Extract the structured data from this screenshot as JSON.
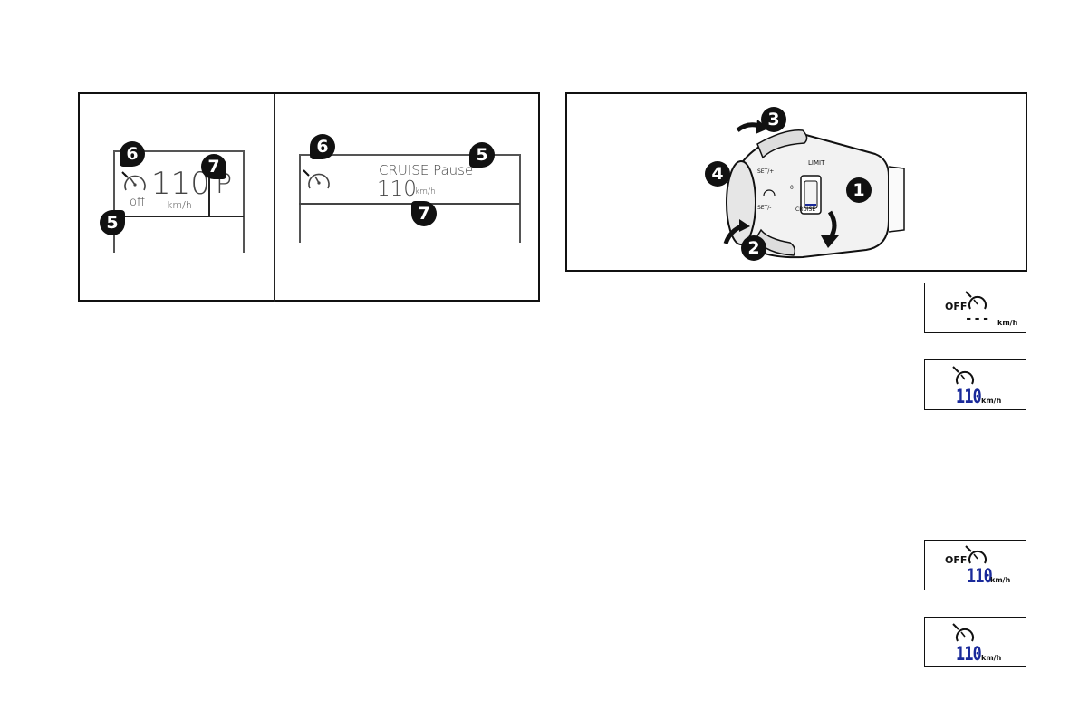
{
  "panel_left": {
    "display_a": {
      "speed": "110",
      "gear": "P",
      "status": "off",
      "unit": "km/h",
      "callouts": [
        "6",
        "7",
        "5"
      ]
    },
    "display_b": {
      "status_text": "CRUISE Pause",
      "speed": "110",
      "unit": "km/h",
      "callouts": [
        "6",
        "5",
        "7"
      ]
    }
  },
  "stalk_diagram": {
    "callouts": [
      "1",
      "2",
      "3",
      "4"
    ],
    "labels": {
      "set_plus": "SET/+",
      "set_minus": "SET/-",
      "limit": "LIMIT",
      "cruise": "CRUISE",
      "zero": "0"
    },
    "icons": [
      "speedometer-icon"
    ]
  },
  "mini_displays": [
    {
      "off_label": "OFF",
      "value": "---",
      "unit": "km/h",
      "icons": [
        "speedometer-icon"
      ]
    },
    {
      "off_label": "",
      "value": "110",
      "unit": "km/h",
      "icons": [
        "speedometer-icon"
      ]
    },
    {
      "off_label": "OFF",
      "value": "110",
      "unit": "km/h",
      "icons": [
        "speedometer-icon"
      ]
    },
    {
      "off_label": "",
      "value": "110",
      "unit": "km/h",
      "icons": [
        "speedometer-icon"
      ]
    }
  ],
  "colors": {
    "lcd_digits": "#1a2a9a",
    "frame": "#111111"
  }
}
